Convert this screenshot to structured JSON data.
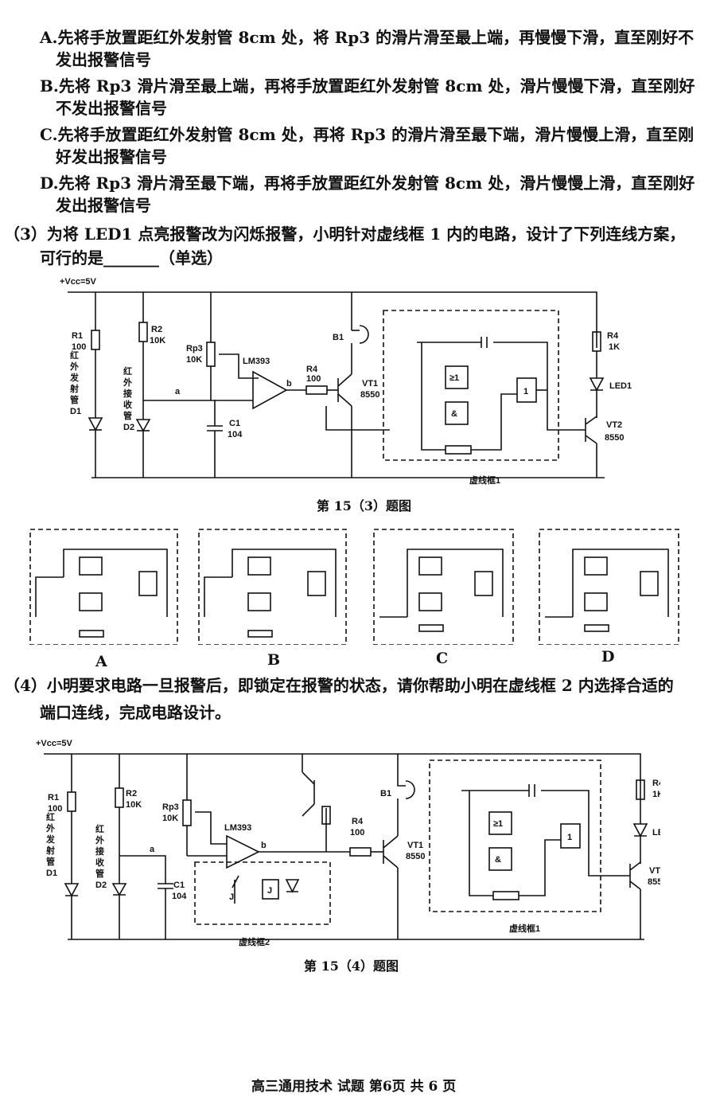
{
  "q2_options": [
    {
      "l1": "A.先将手放置距红外发射管 8cm 处，将 Rp3 的滑片滑至最上端，再慢慢下滑，直至刚好不",
      "l2": "发出报警信号"
    },
    {
      "l1": "B.先将 Rp3 滑片滑至最上端，再将手放置距红外发射管 8cm 处，滑片慢慢下滑，直至刚好",
      "l2": "不发出报警信号"
    },
    {
      "l1": "C.先将手放置距红外发射管 8cm 处，再将 Rp3 的滑片滑至最下端，滑片慢慢上滑，直至刚",
      "l2": "好发出报警信号"
    },
    {
      "l1": "D.先将 Rp3 滑片滑至最下端，再将手放置距红外发射管 8cm 处，滑片慢慢上滑，直至刚好",
      "l2": "发出报警信号"
    }
  ],
  "q3": {
    "l1": "（3）为将 LED1 点亮报警改为闪烁报警，小明针对虚线框 1 内的电路，设计了下列连线方案，",
    "l2": "可行的是_______（单选）"
  },
  "q4": {
    "l1": "（4）小明要求电路一旦报警后，即锁定在报警的状态，请你帮助小明在虚线框 2 内选择合适的",
    "l2": "端口连线，完成电路设计。"
  },
  "fig3_caption": "第 15（3）题图",
  "fig4_caption": "第 15（4）题图",
  "option_labels": [
    "A",
    "B",
    "C",
    "D"
  ],
  "footer": "高三通用技术 试题 第6页 共 6 页",
  "circuit": {
    "vcc": "+Vcc=5V",
    "r1": "R1",
    "r1v": "100",
    "r2": "R2",
    "r2v": "10K",
    "rp3": "Rp3",
    "rp3v": "10K",
    "comp": "LM393",
    "r4a": "R4",
    "r4av": "100",
    "b1": "B1",
    "vt1": "VT1",
    "vt1v": "8550",
    "r4b": "R4",
    "r4bv": "1K",
    "led1": "LED1",
    "vt2": "VT2",
    "vt2v": "8550",
    "c1": "C1",
    "c1v": "104",
    "node_a": "a",
    "node_b": "b",
    "d1": [
      "红",
      "外",
      "发",
      "射",
      "管",
      "D1"
    ],
    "d2": [
      "红",
      "外",
      "接",
      "收",
      "管",
      "D2"
    ],
    "box1": "虚线框1",
    "box2": "虚线框2",
    "or_gate": "≥1",
    "and_gate": "&",
    "not_gate": "1",
    "relay": "J"
  }
}
